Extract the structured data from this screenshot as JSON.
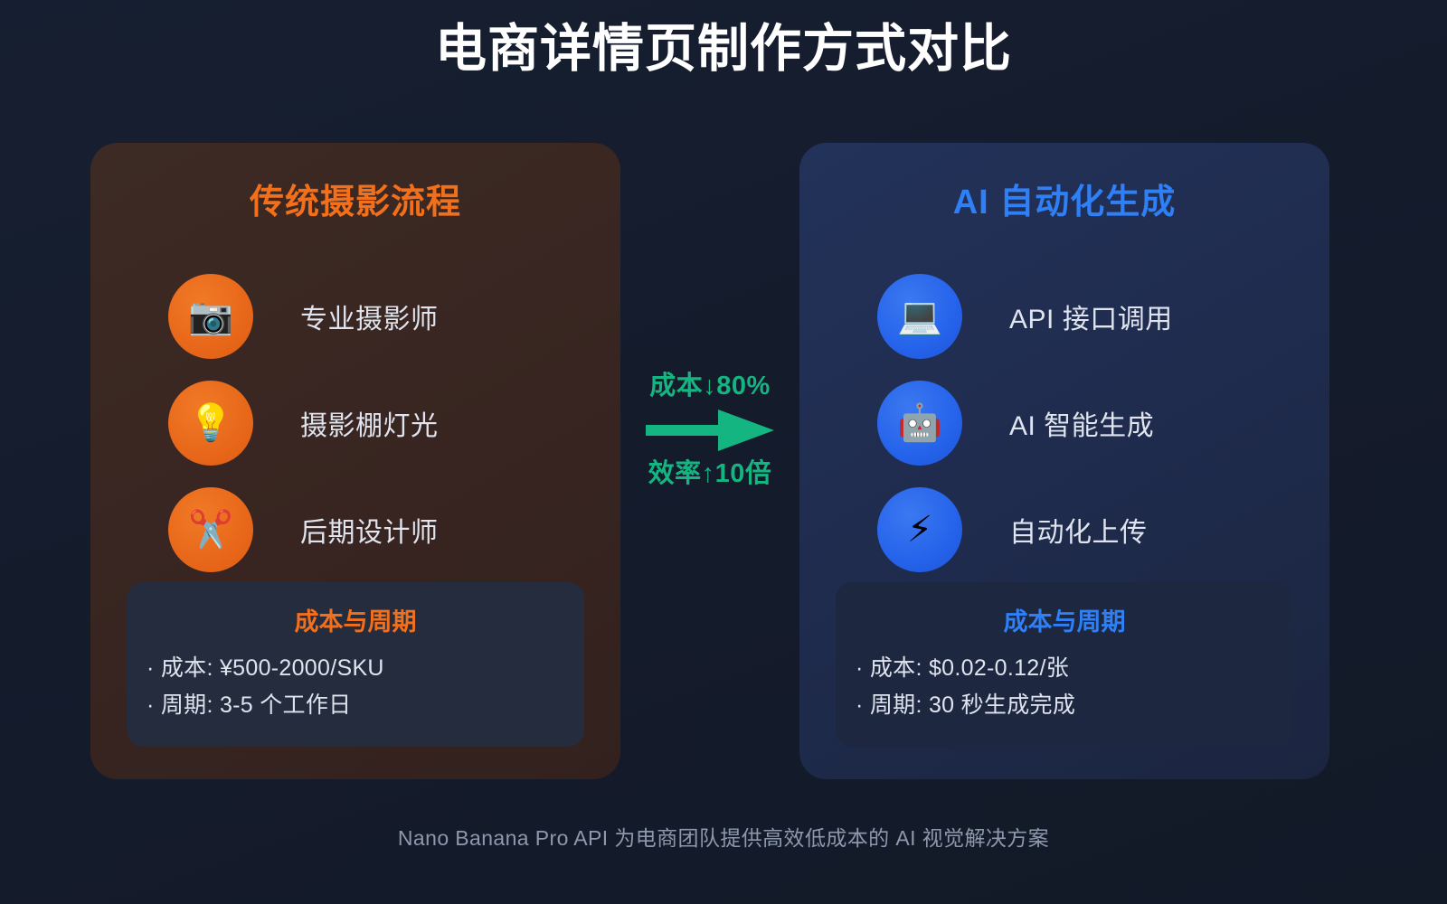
{
  "title": "电商详情页制作方式对比",
  "colors": {
    "background": "#151d2e",
    "left_panel": "#3a2823",
    "right_panel": "#1f2b4c",
    "orange_accent": "#f2701b",
    "blue_accent": "#2f7ff6",
    "green_accent": "#14b581",
    "icon_orange": "#e8671a",
    "icon_blue": "#2563eb",
    "info_box": "#252c3e",
    "body_text": "#dfe4ee",
    "footer_text": "#8e98ad"
  },
  "left_panel": {
    "title": "传统摄影流程",
    "features": [
      {
        "icon": "📷",
        "icon_name": "camera-icon",
        "label": "专业摄影师"
      },
      {
        "icon": "💡",
        "icon_name": "lightbulb-icon",
        "label": "摄影棚灯光"
      },
      {
        "icon": "✂️",
        "icon_name": "scissors-icon",
        "label": "后期设计师"
      }
    ],
    "info": {
      "title": "成本与周期",
      "lines": [
        "· 成本: ¥500-2000/SKU",
        "· 周期: 3-5 个工作日"
      ]
    }
  },
  "right_panel": {
    "title": "AI 自动化生成",
    "features": [
      {
        "icon": "💻",
        "icon_name": "laptop-icon",
        "label": "API 接口调用"
      },
      {
        "icon": "🤖",
        "icon_name": "robot-icon",
        "label": "AI 智能生成"
      },
      {
        "icon": "⚡",
        "icon_name": "lightning-bolt-icon",
        "label": "自动化上传"
      }
    ],
    "info": {
      "title": "成本与周期",
      "lines": [
        "· 成本: $0.02-0.12/张",
        "· 周期: 30 秒生成完成"
      ]
    }
  },
  "center": {
    "top_label": "成本↓80%",
    "bottom_label": "效率↑10倍",
    "arrow_icon_name": "right-arrow-icon"
  },
  "footer": "Nano Banana Pro API 为电商团队提供高效低成本的 AI 视觉解决方案"
}
